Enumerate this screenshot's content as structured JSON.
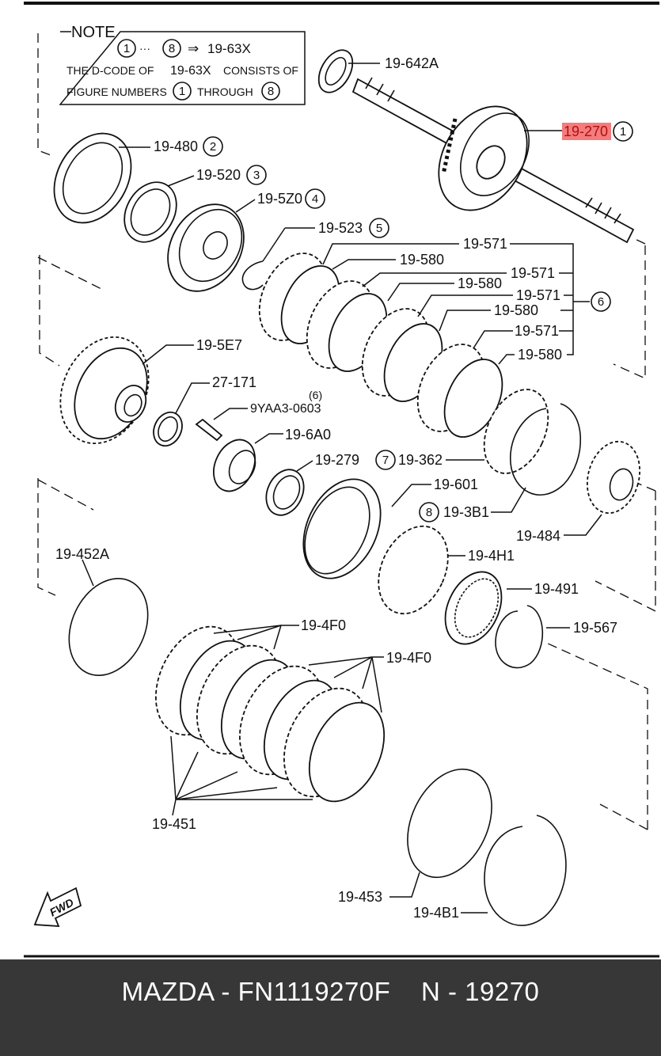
{
  "note": {
    "title": "NOTE",
    "line1_circled_start": "1",
    "line1_dots": "···",
    "line1_circled_end": "8",
    "line1_arrow": "⇒",
    "line1_code": "19-63X",
    "line2_a": "THE D-CODE OF",
    "line2_code": "19-63X",
    "line2_b": "CONSISTS OF",
    "line3_a": "FIGURE NUMBERS",
    "line3_circled_start": "1",
    "line3_through": "THROUGH",
    "line3_circled_end": "8"
  },
  "parts": {
    "p_642A": "19-642A",
    "p_270": "19-270",
    "p_270_num": "1",
    "p_480": "19-480",
    "p_480_num": "2",
    "p_520": "19-520",
    "p_520_num": "3",
    "p_5Z0": "19-5Z0",
    "p_5Z0_num": "4",
    "p_523": "19-523",
    "p_523_num": "5",
    "p_571_a": "19-571",
    "p_580_a": "19-580",
    "p_571_b": "19-571",
    "p_580_b": "19-580",
    "p_571_c": "19-571",
    "p_580_c": "19-580",
    "p_571_d": "19-571",
    "p_580_d": "19-580",
    "p_group6_num": "6",
    "p_5E7": "19-5E7",
    "p_27171": "27-171",
    "p_9YAA3_qty": "(6)",
    "p_9YAA3": "9YAA3-0603",
    "p_6A0": "19-6A0",
    "p_279": "19-279",
    "p_362": "19-362",
    "p_362_num": "7",
    "p_601": "19-601",
    "p_3B1": "19-3B1",
    "p_3B1_num": "8",
    "p_484": "19-484",
    "p_452A": "19-452A",
    "p_4H1": "19-4H1",
    "p_491": "19-491",
    "p_567": "19-567",
    "p_4F0_a": "19-4F0",
    "p_4F0_b": "19-4F0",
    "p_451": "19-451",
    "p_453": "19-453",
    "p_4B1": "19-4B1",
    "fwd": "FWD"
  },
  "highlight_color": "#f47c7c",
  "footer": {
    "text": "MAZDA - FN1119270F    N - 19270"
  }
}
